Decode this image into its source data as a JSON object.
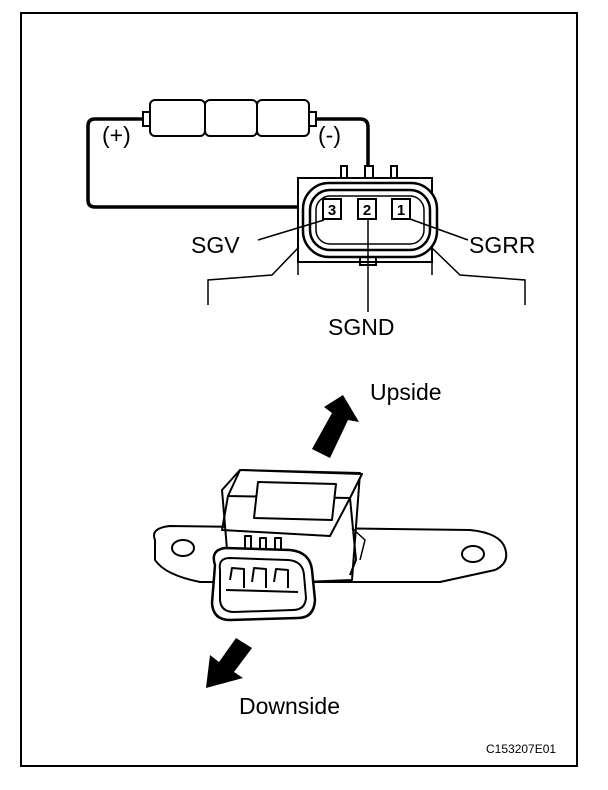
{
  "battery": {
    "positive_label": "(+)",
    "negative_label": "(-)"
  },
  "connector": {
    "pins": [
      {
        "number": "3",
        "signal": "SGV"
      },
      {
        "number": "2",
        "signal": "SGND"
      },
      {
        "number": "1",
        "signal": "SGRR"
      }
    ]
  },
  "sensor": {
    "upside_label": "Upside",
    "downside_label": "Downside"
  },
  "figure_code": "C153207E01"
}
